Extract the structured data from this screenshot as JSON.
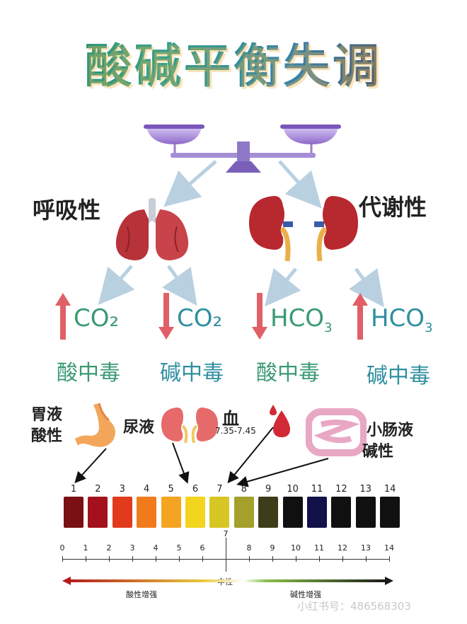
{
  "title": "酸碱平衡失调",
  "categories": {
    "respiratory": "呼吸性",
    "metabolic": "代谢性"
  },
  "indicators": [
    {
      "direction": "up",
      "label": "CO₂",
      "sub": "",
      "type": "酸中毒",
      "arrow_color": "#e15f66"
    },
    {
      "direction": "down",
      "label": "CO₂",
      "sub": "",
      "type": "碱中毒",
      "arrow_color": "#e15f66"
    },
    {
      "direction": "down",
      "label": "HCO",
      "sub": "3",
      "type": "酸中毒",
      "arrow_color": "#e15f66"
    },
    {
      "direction": "up",
      "label": "HCO",
      "sub": "3",
      "type": "碱中毒",
      "arrow_color": "#e15f66"
    }
  ],
  "fluids": {
    "stomach": {
      "line1": "胃液",
      "line2": "酸性"
    },
    "urine": {
      "line1": "尿液"
    },
    "blood": {
      "line1": "血",
      "line2": "7.35-7.45"
    },
    "intestine": {
      "line1": "小肠液",
      "line2": "碱性"
    }
  },
  "ph_scale": {
    "numbers": [
      "1",
      "2",
      "3",
      "4",
      "5",
      "6",
      "7",
      "8",
      "9",
      "10",
      "11",
      "12",
      "13",
      "14"
    ],
    "colors": [
      "#7a1012",
      "#a3121c",
      "#e23a1d",
      "#f17b1b",
      "#f5a422",
      "#f3d41e",
      "#d7c623",
      "#a4a029",
      "#3e3d1a",
      "#101010",
      "#12114a",
      "#101010",
      "#101010",
      "#101010"
    ]
  },
  "axis": {
    "numbers": [
      "0",
      "1",
      "2",
      "3",
      "4",
      "5",
      "6",
      "7",
      "8",
      "9",
      "10",
      "11",
      "12",
      "13",
      "14"
    ],
    "neutral_label": "中性",
    "acid_label": "酸性增强",
    "base_label": "碱性增强"
  },
  "watermark": "小红书号：486568303"
}
